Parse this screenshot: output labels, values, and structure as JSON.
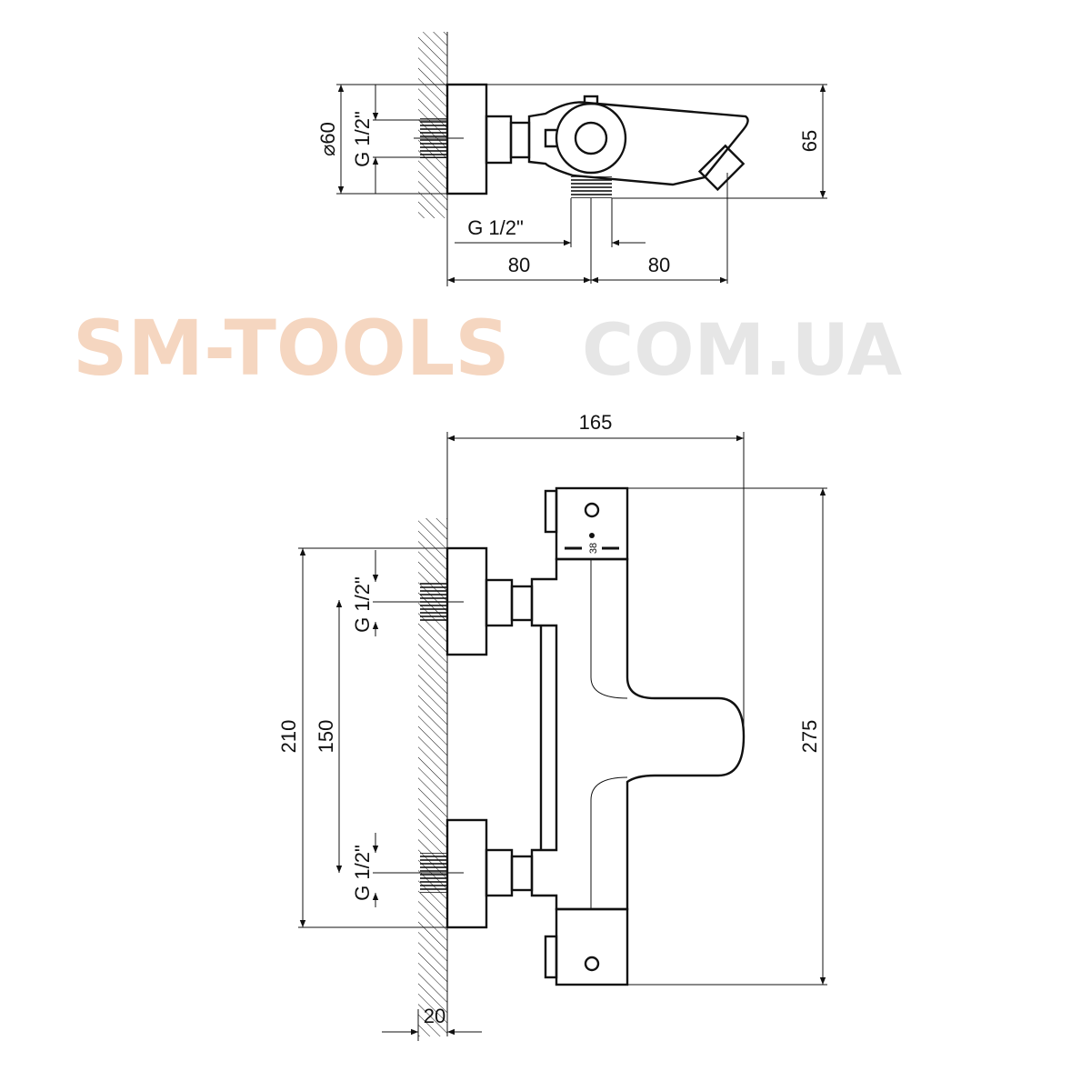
{
  "top_view": {
    "diameter_label": "⌀60",
    "inlet_thread_label": "G 1/2\"",
    "outlet_thread_label": "G 1/2\"",
    "height_label": "65",
    "left_offset_label": "80",
    "right_offset_label": "80"
  },
  "front_view": {
    "width_label": "165",
    "height_label": "275",
    "mount_span_label": "210",
    "inlet_spacing_label": "150",
    "upper_thread_label": "G 1/2\"",
    "lower_thread_label": "G 1/2\"",
    "temperature_mark_label": "38",
    "wall_depth_label": "20"
  },
  "watermark": {
    "line1": "SM-TOOLS",
    "line2": "COM.UA"
  }
}
